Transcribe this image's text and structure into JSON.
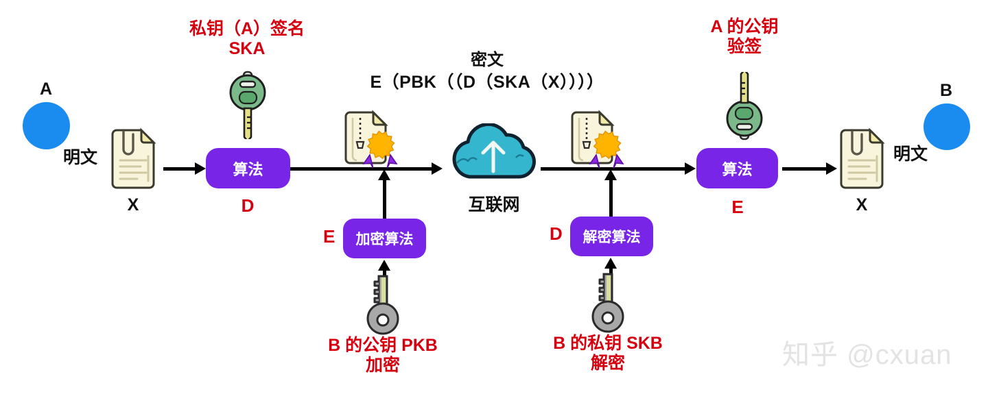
{
  "diagram": {
    "title_bar_absent": true,
    "watermark": "知乎 @cxuan",
    "colors": {
      "red_text": "#d6000f",
      "purple_box": "#7825e8",
      "blue_circle": "#1a8cf0",
      "cloud": "#35b6cf",
      "key_green": "#7cb98a",
      "key_gold": "#e7e08a",
      "key_grey": "#a8a8a8",
      "seal_orange": "#ffb400",
      "ribbon_purple": "#8a2be2",
      "doc_paper": "#f7f2d8",
      "arrow_black": "#000000"
    }
  },
  "actors": {
    "left": {
      "letter": "A",
      "plaintext_label": "明文",
      "doc_symbol": "X"
    },
    "right": {
      "letter": "B",
      "plaintext_label": "明文",
      "doc_symbol": "X"
    }
  },
  "annotations": {
    "sign_key_title_line1": "私钥（A）签名",
    "sign_key_title_line2": "SKA",
    "verify_key_title_line1": "A 的公钥",
    "verify_key_title_line2": "验签",
    "cipher_title": "密文",
    "cipher_formula": "E（PBK（（D（SKA（X））））",
    "network_label": "互联网",
    "pkb_line1": "B 的公钥 PKB",
    "pkb_line2": "加密",
    "skb_line1": "B 的私钥 SKB",
    "skb_line2": "解密"
  },
  "boxes": {
    "sign_algorithm": {
      "label": "算法",
      "letter": "D"
    },
    "encrypt_algorithm": {
      "label": "加密算法",
      "letter": "E"
    },
    "decrypt_algorithm": {
      "label": "解密算法",
      "letter": "D"
    },
    "verify_algorithm": {
      "label": "算法",
      "letter": "E"
    }
  },
  "icons": {
    "green_key_down": "key-icon",
    "green_key_up": "key-icon",
    "grey_key_pkb": "key-icon",
    "grey_key_skb": "key-icon",
    "document_left": "document-icon",
    "document_right": "document-icon",
    "signed_doc_left": "signed-document-icon",
    "signed_doc_right": "signed-document-icon",
    "cloud": "cloud-upload-icon",
    "circle_a": "avatar-circle",
    "circle_b": "avatar-circle"
  }
}
